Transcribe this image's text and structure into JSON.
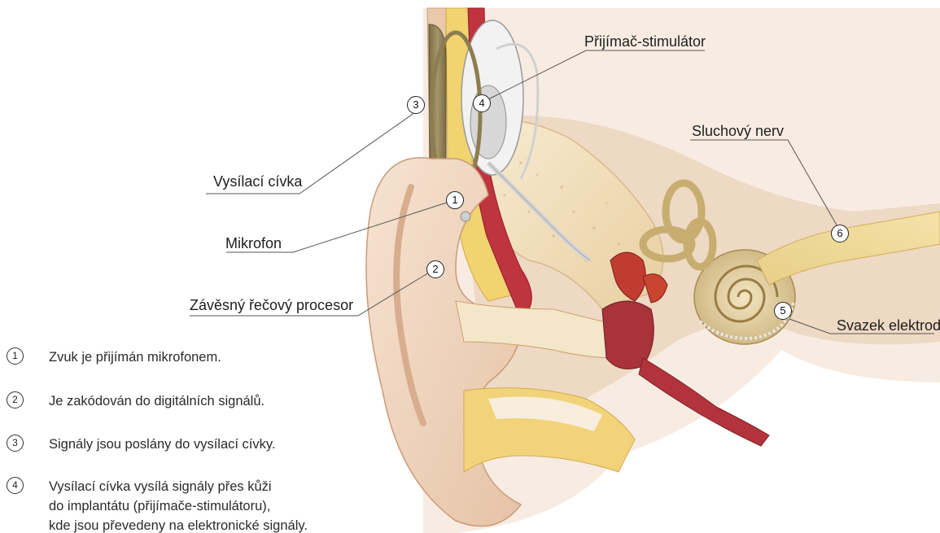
{
  "labels": {
    "receiver": "Přijímač-stimulátor",
    "auditory_nerve": "Sluchový nerv",
    "transmit_coil": "Vysílací cívka",
    "microphone": "Mikrofon",
    "processor": "Závěsný řečový procesor",
    "electrode_array": "Svazek elektrod"
  },
  "markers": [
    "1",
    "2",
    "3",
    "4",
    "5",
    "6"
  ],
  "steps": [
    {
      "num": "1",
      "text": "Zvuk je přijímán mikrofonem."
    },
    {
      "num": "2",
      "text": "Je zakódován do digitálních signálů."
    },
    {
      "num": "3",
      "text": "Signály jsou poslány do vysílací cívky."
    },
    {
      "num": "4",
      "text": "Vysílací cívka vysílá signály přes kůži\ndo implantátu (přijímače-stimulátoru),\nkde jsou převedeny na elektronické signály."
    }
  ],
  "colors": {
    "skin": "#f1d7c0",
    "skin_shadow": "#e4bfa2",
    "bone": "#f3e2b6",
    "fat": "#f2d67a",
    "muscle": "#b8323e",
    "device": "#8a7b52",
    "cochlea": "#d9c48e"
  }
}
